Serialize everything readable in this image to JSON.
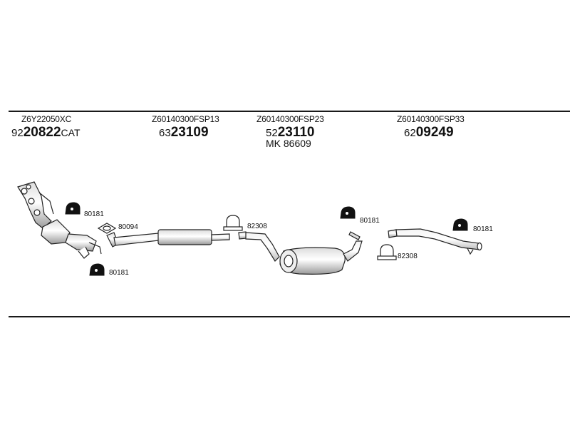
{
  "assemblies": [
    {
      "code": "Z6Y22050XC",
      "prefix": "92",
      "number": "20822",
      "suffix": "CAT"
    },
    {
      "code": "Z60140300FSP13",
      "prefix": "63",
      "number": "23109",
      "suffix": ""
    },
    {
      "code": "Z60140300FSP23",
      "prefix": "52",
      "number": "23110",
      "suffix": "",
      "extra": "MK  86609"
    },
    {
      "code": "Z60140300FSP33",
      "prefix": "62",
      "number": "09249",
      "suffix": ""
    }
  ],
  "parts": {
    "hanger_a": "80181",
    "gasket": "80094",
    "clamp_a": "82308",
    "hanger_b": "80181",
    "hanger_c": "80181",
    "hanger_d": "80181",
    "clamp_b": "82308"
  }
}
